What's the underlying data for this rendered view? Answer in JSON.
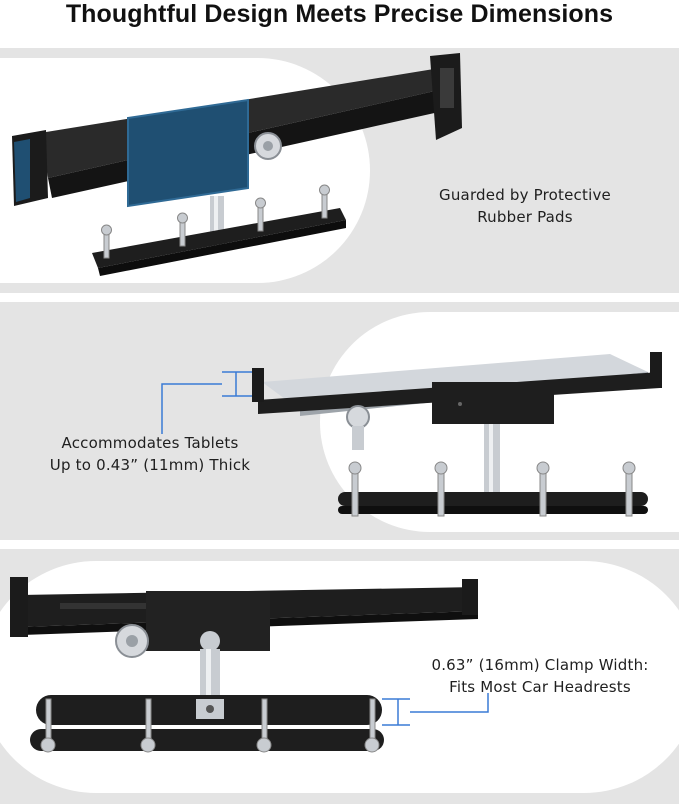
{
  "title": "Thoughtful Design Meets Precise Dimensions",
  "panels": [
    {
      "caption_line1": "Guarded by Protective",
      "caption_line2": "Rubber Pads"
    },
    {
      "caption_line1": "Accommodates Tablets",
      "caption_line2": "Up to 0.43” (11mm) Thick"
    },
    {
      "caption_line1": "0.63” (16mm) Clamp Width:",
      "caption_line2": "Fits Most Car Headrests"
    }
  ],
  "colors": {
    "panel_bg": "#e4e4e4",
    "accent_blue": "#3a7bd5",
    "pad_blue": "#1f4f72",
    "metal_dark": "#1e1e1e",
    "chrome": "#c8ccd1"
  }
}
